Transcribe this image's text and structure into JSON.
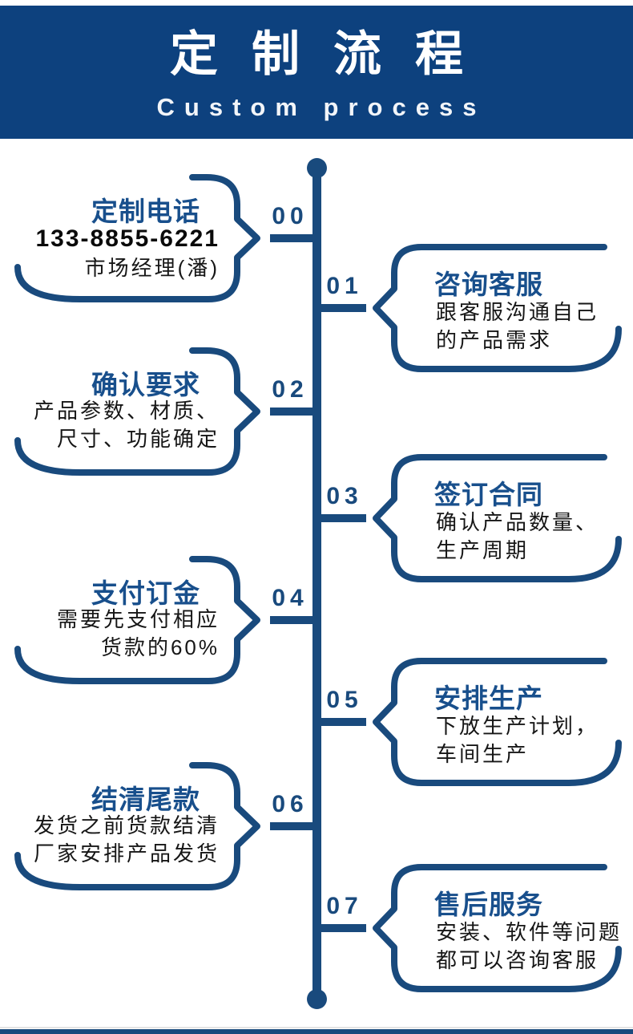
{
  "colors": {
    "header_bg": "#0d417e",
    "line": "#194a7d",
    "title_blue": "#184f8c",
    "text_dark": "#161616"
  },
  "header": {
    "title": "定制流程",
    "subtitle": "Custom process"
  },
  "steps": [
    {
      "number": "00",
      "side": "left",
      "title": "定制电话",
      "phone": "133-8855-6221",
      "lines": [
        "市场经理(潘)"
      ]
    },
    {
      "number": "01",
      "side": "right",
      "title": "咨询客服",
      "lines": [
        "跟客服沟通自己",
        "的产品需求"
      ]
    },
    {
      "number": "02",
      "side": "left",
      "title": "确认要求",
      "lines": [
        "产品参数、材质、",
        "尺寸、功能确定"
      ]
    },
    {
      "number": "03",
      "side": "right",
      "title": "签订合同",
      "lines": [
        "确认产品数量、",
        "生产周期"
      ]
    },
    {
      "number": "04",
      "side": "left",
      "title": "支付订金",
      "lines": [
        "需要先支付相应",
        "货款的60%"
      ]
    },
    {
      "number": "05",
      "side": "right",
      "title": "安排生产",
      "lines": [
        "下放生产计划，",
        "车间生产"
      ]
    },
    {
      "number": "06",
      "side": "left",
      "title": "结清尾款",
      "lines": [
        "发货之前货款结清",
        "厂家安排产品发货"
      ]
    },
    {
      "number": "07",
      "side": "right",
      "title": "售后服务",
      "lines": [
        "安装、软件等问题",
        "都可以咨询客服"
      ]
    }
  ]
}
